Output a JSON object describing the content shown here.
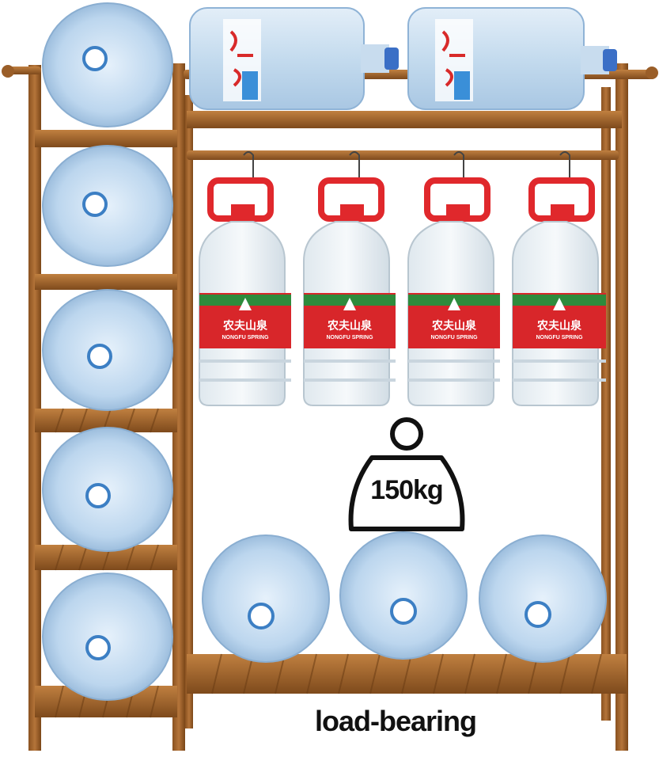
{
  "photo": {
    "weight_badge": "150kg",
    "caption": "load-bearing",
    "jug_brand": "农夫山泉",
    "jug_brand_en": "NONGFU SPRING"
  },
  "colors": {
    "wood": "#a86a2e",
    "wood_dark": "#7a4618",
    "wood_light": "#c98a45",
    "jug_blue": "#b8d4ec",
    "label_red": "#d8262a",
    "handle_red": "#e0282c"
  }
}
